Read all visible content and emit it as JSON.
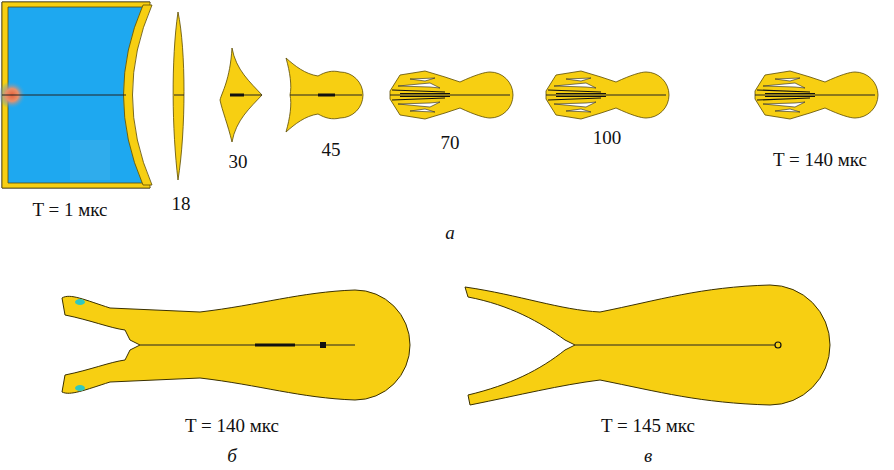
{
  "diagram": {
    "labels": [
      "T = 1 мкс",
      "18",
      "30",
      "45",
      "70",
      "100",
      "T = 140 мкс",
      "а",
      "T = 140 мкс",
      "T = 145 мкс",
      "б",
      "в"
    ]
  }
}
